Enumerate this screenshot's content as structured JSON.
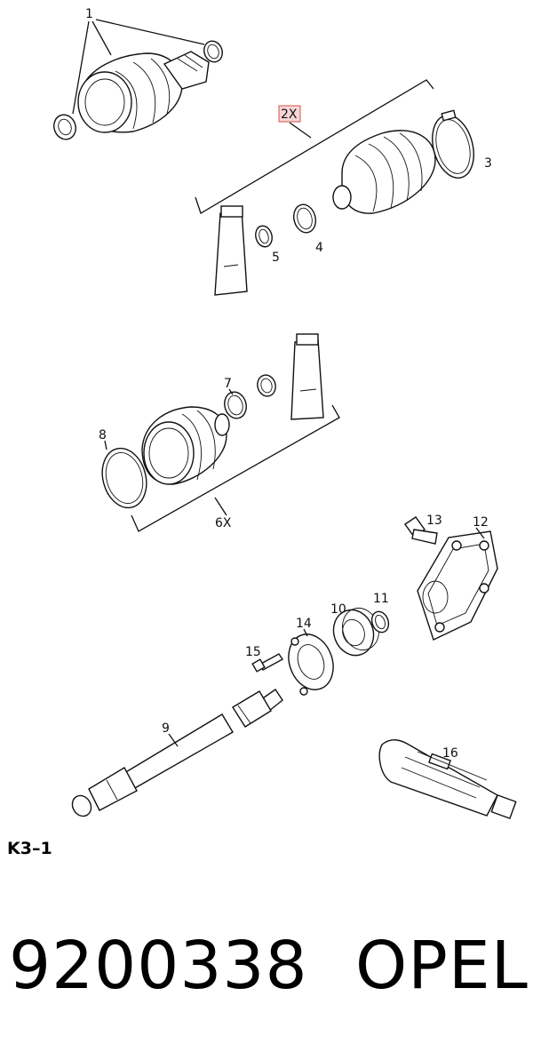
{
  "callouts": {
    "c1": "1",
    "c2x": "2X",
    "c3": "3",
    "c4": "4",
    "c5": "5",
    "c6x": "6X",
    "c7": "7",
    "c8": "8",
    "c9": "9",
    "c10": "10",
    "c11": "11",
    "c12": "12",
    "c13": "13",
    "c14": "14",
    "c15": "15",
    "c16": "16"
  },
  "colors": {
    "highlight_fill": "#f6d6d6",
    "highlight_stroke": "#d9534f"
  },
  "diagram_code": "K3–1",
  "footer": {
    "part_number": "9200338",
    "brand": "OPEL"
  }
}
